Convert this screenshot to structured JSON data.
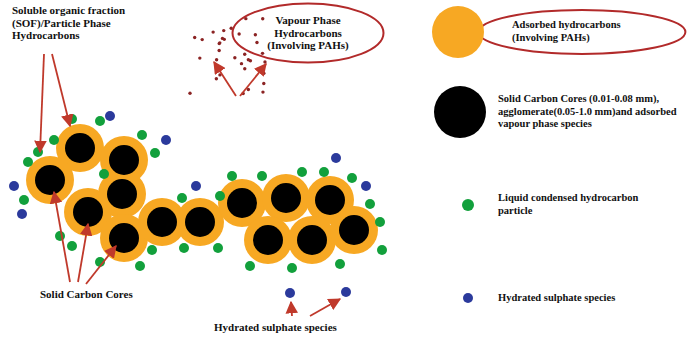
{
  "diagram": {
    "nodes": [
      {
        "text": [
          "Vapour Phase Hydrocarbons (Involving PAHs)"
        ]
      }
    ],
    "labels": [
      "Soluble organic fraction (SOF)/Particle Phase Hydrocarbons",
      "Solid Carbon Cores",
      "Hydrated sulphate species"
    ],
    "legend": [
      {
        "text": "Adsorbed hydrocarbons (Involving PAHs)",
        "color": "#f7a823"
      },
      {
        "text": "Solid Carbon Cores (0.01-0.08 mm), agglomerate(0.05-1.0 mm)and adsorbed vapour phase species",
        "color": "#000000"
      },
      {
        "text": "Liquid condensed hydrocarbon particle",
        "color": "#12a03c"
      },
      {
        "text": "Hydrated sulphate species",
        "color": "#2b3a9c"
      }
    ]
  }
}
